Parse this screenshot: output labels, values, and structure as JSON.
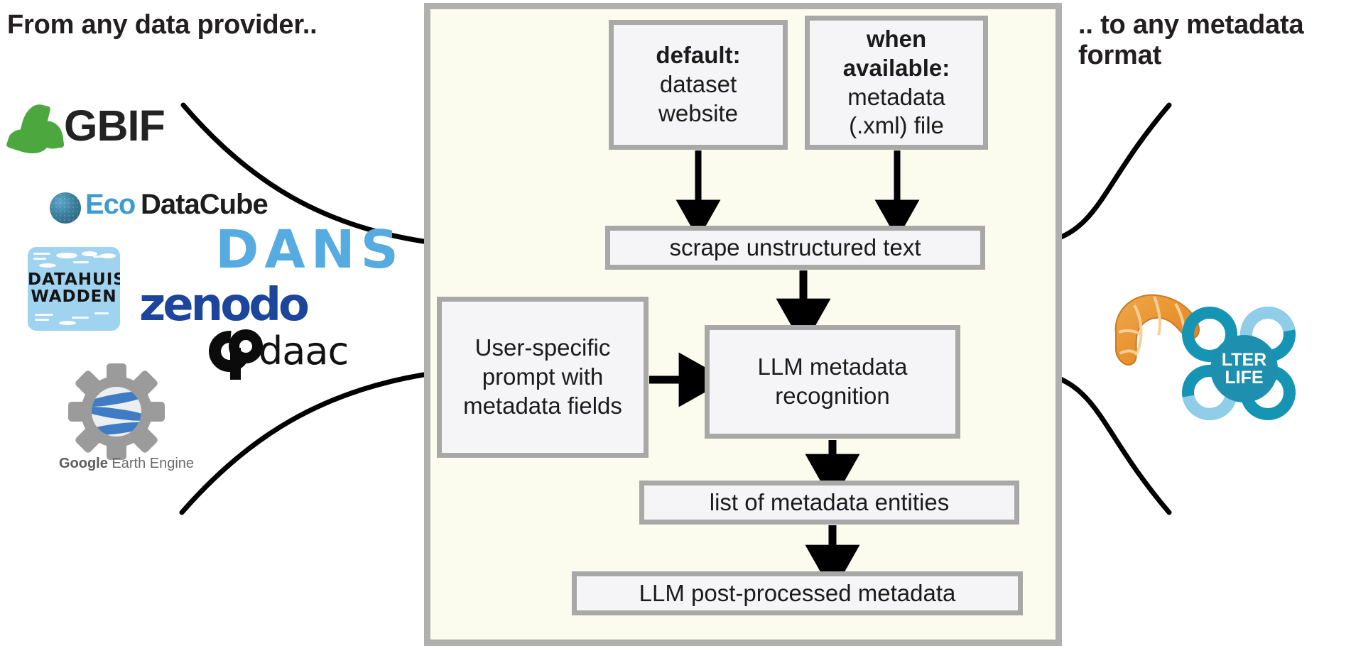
{
  "headings": {
    "left": "From any data provider..",
    "right": ".. to any metadata format"
  },
  "flow": {
    "box_default": {
      "bold": "default:",
      "rest": "dataset website"
    },
    "box_when_available": {
      "bold": "when available:",
      "rest": "metadata (.xml) file"
    },
    "box_scrape": "scrape unstructured text",
    "box_prompt": "User-specific prompt with metadata fields",
    "box_llm_recognition": "LLM metadata recognition",
    "box_entities": "list of metadata entities",
    "box_post_processed": "LLM post-processed metadata"
  },
  "providers": [
    {
      "id": "gbif",
      "label": "GBIF"
    },
    {
      "id": "ecodatacube",
      "label_accent": "Eco",
      "label_dark": "DataCube"
    },
    {
      "id": "datahuis-wadden",
      "line1": "DATAHUIS",
      "line2": "WADDEN"
    },
    {
      "id": "dans",
      "label": "DANS"
    },
    {
      "id": "zenodo",
      "label": "zenodo"
    },
    {
      "id": "podaac",
      "label": "daac"
    },
    {
      "id": "google-earth-engine",
      "label_bold": "Google",
      "label_rest": "Earth Engine"
    }
  ],
  "outputs": [
    {
      "id": "croissant",
      "label": "croissant"
    },
    {
      "id": "lter-life",
      "line1": "LTER",
      "line2": "LIFE"
    }
  ],
  "colors": {
    "panel_background": "#fbfcee",
    "panel_border": "#b0b0ae",
    "box_background": "#f5f5f7",
    "box_border": "#a8a8a6",
    "arrow": "#000000",
    "gbif_green": "#4ca73f",
    "ecodatacube_blue": "#3d9ccd",
    "dans_blue": "#56ace0",
    "zenodo_blue": "#1c459b",
    "lterlife_teal": "#1694b3",
    "croissant_orange": "#e8912e",
    "heading_text": "#231f20"
  }
}
